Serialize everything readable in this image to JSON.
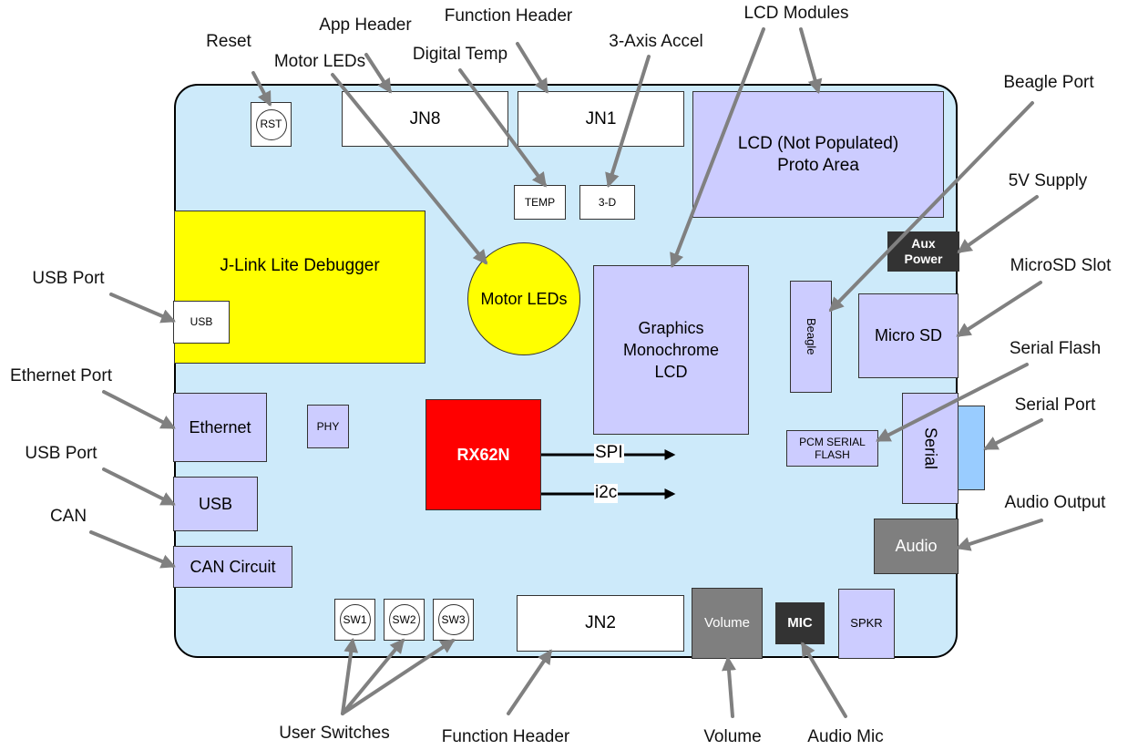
{
  "components": {
    "jn8": "JN8",
    "jn1": "JN1",
    "jn2": "JN2",
    "lcd_proto": "LCD (Not Populated)\nProto Area",
    "rst": "RST",
    "temp": "TEMP",
    "accel3d": "3-D",
    "jlink": "J-Link Lite Debugger",
    "usb_debug": "USB",
    "motor_leds": "Motor LEDs",
    "graphics_lcd": "Graphics\nMonochrome\nLCD",
    "aux_power": "Aux\nPower",
    "beagle": "Beagle",
    "micro_sd": "Micro SD",
    "ethernet": "Ethernet",
    "phy": "PHY",
    "rx62n": "RX62N",
    "pcm_flash": "PCM SERIAL\nFLASH",
    "serial": "Serial",
    "usb": "USB",
    "can_circuit": "CAN Circuit",
    "audio": "Audio",
    "sw1": "SW1",
    "sw2": "SW2",
    "sw3": "SW3",
    "volume": "Volume",
    "mic": "MIC",
    "spkr": "SPKR",
    "spi": "SPI",
    "i2c": "i2c"
  },
  "callouts": {
    "reset": "Reset",
    "app_header": "App Header",
    "motor_leds": "Motor LEDs",
    "function_header_top": "Function Header",
    "digital_temp": "Digital Temp",
    "accel": "3-Axis Accel",
    "lcd_modules": "LCD Modules",
    "beagle_port": "Beagle Port",
    "supply_5v": "5V Supply",
    "usb_port_top": "USB Port",
    "microsd_slot": "MicroSD Slot",
    "serial_flash": "Serial Flash",
    "ethernet_port": "Ethernet Port",
    "serial_port": "Serial Port",
    "usb_port_bottom": "USB Port",
    "audio_output": "Audio Output",
    "can": "CAN",
    "user_switches": "User Switches",
    "function_header_bottom": "Function Header",
    "volume": "Volume",
    "audio_mic": "Audio Mic"
  },
  "colors": {
    "board": "#cdeafa",
    "lavender": "#ccccff",
    "debugger": "#ffff00",
    "mcu": "#ff0000",
    "arrow": "#808080",
    "serial_port": "#99ccff"
  }
}
